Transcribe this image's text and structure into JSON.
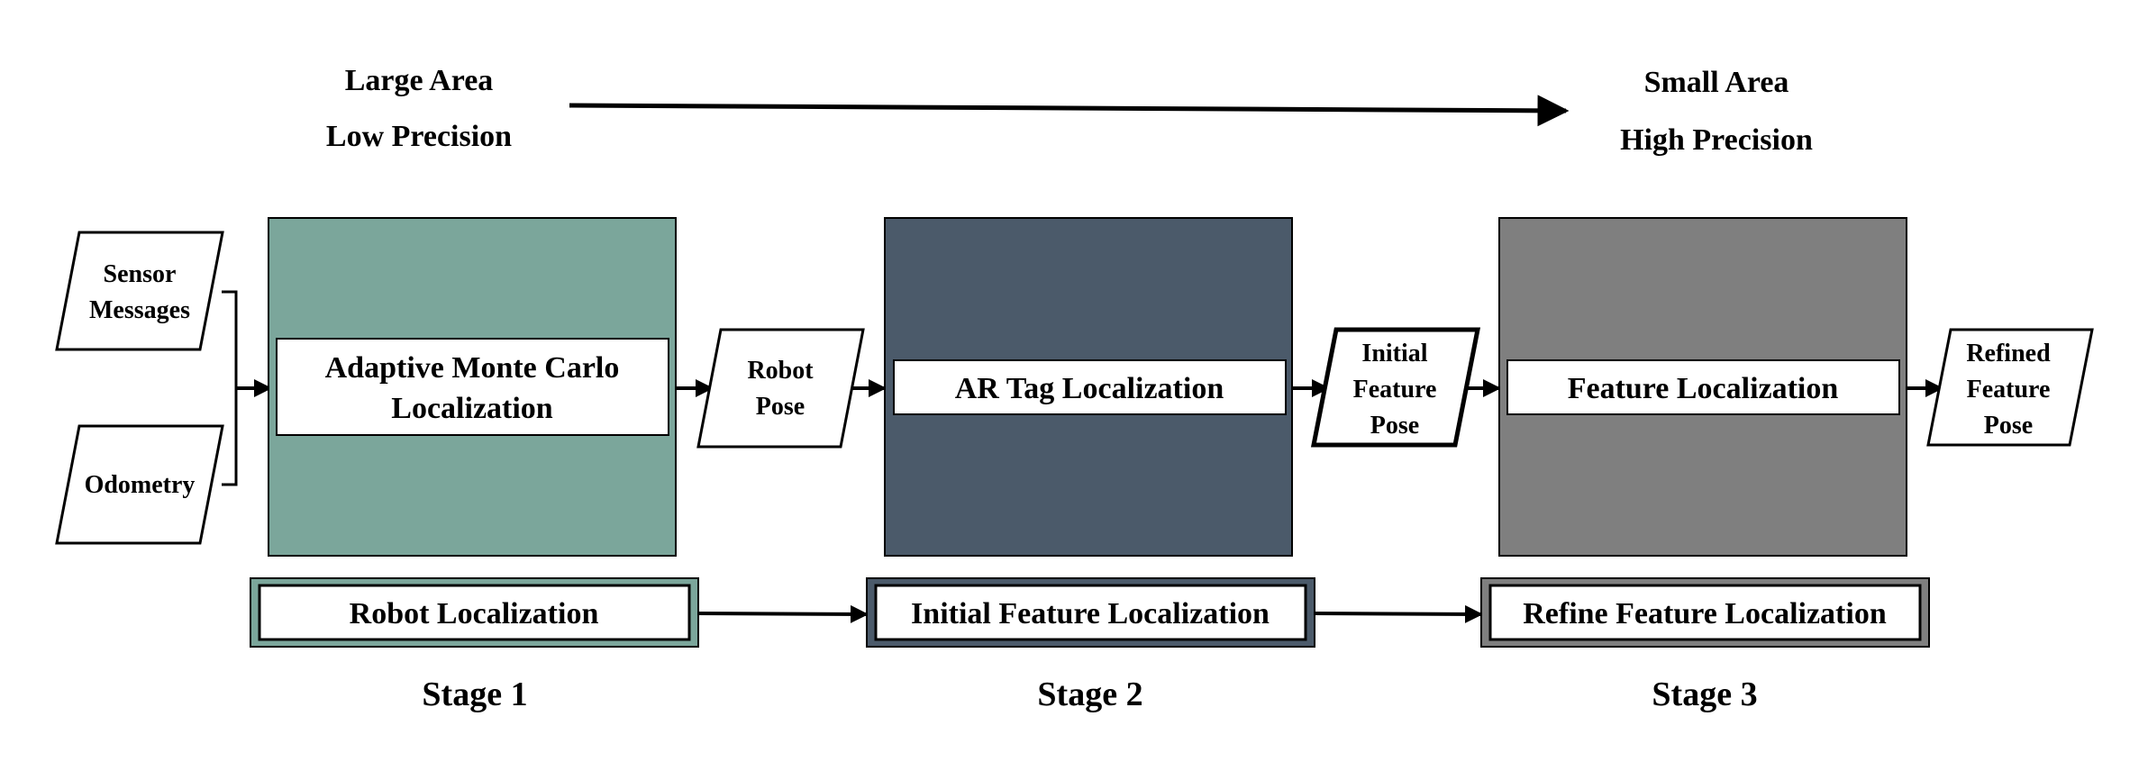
{
  "scale": {
    "left_line1": "Large Area",
    "left_line2": "Low Precision",
    "right_line1": "Small Area",
    "right_line2": "High Precision"
  },
  "inputs": {
    "sensor_line1": "Sensor",
    "sensor_line2": "Messages",
    "odometry": "Odometry"
  },
  "stages": [
    {
      "process_line1": "Adaptive Monte Carlo",
      "process_line2": "Localization",
      "summary": "Robot Localization",
      "label": "Stage 1",
      "color": "#7ba69b"
    },
    {
      "process_line1": "AR Tag Localization",
      "summary": "Initial Feature Localization",
      "label": "Stage 2",
      "color": "#4b5a6a"
    },
    {
      "process_line1": "Feature Localization",
      "summary": "Refine Feature Localization",
      "label": "Stage 3",
      "color": "#7f7f7f"
    }
  ],
  "outputs": {
    "robot_pose_line1": "Robot",
    "robot_pose_line2": "Pose",
    "initial_pose_line1": "Initial",
    "initial_pose_line2": "Feature",
    "initial_pose_line3": "Pose",
    "refined_pose_line1": "Refined",
    "refined_pose_line2": "Feature",
    "refined_pose_line3": "Pose"
  }
}
